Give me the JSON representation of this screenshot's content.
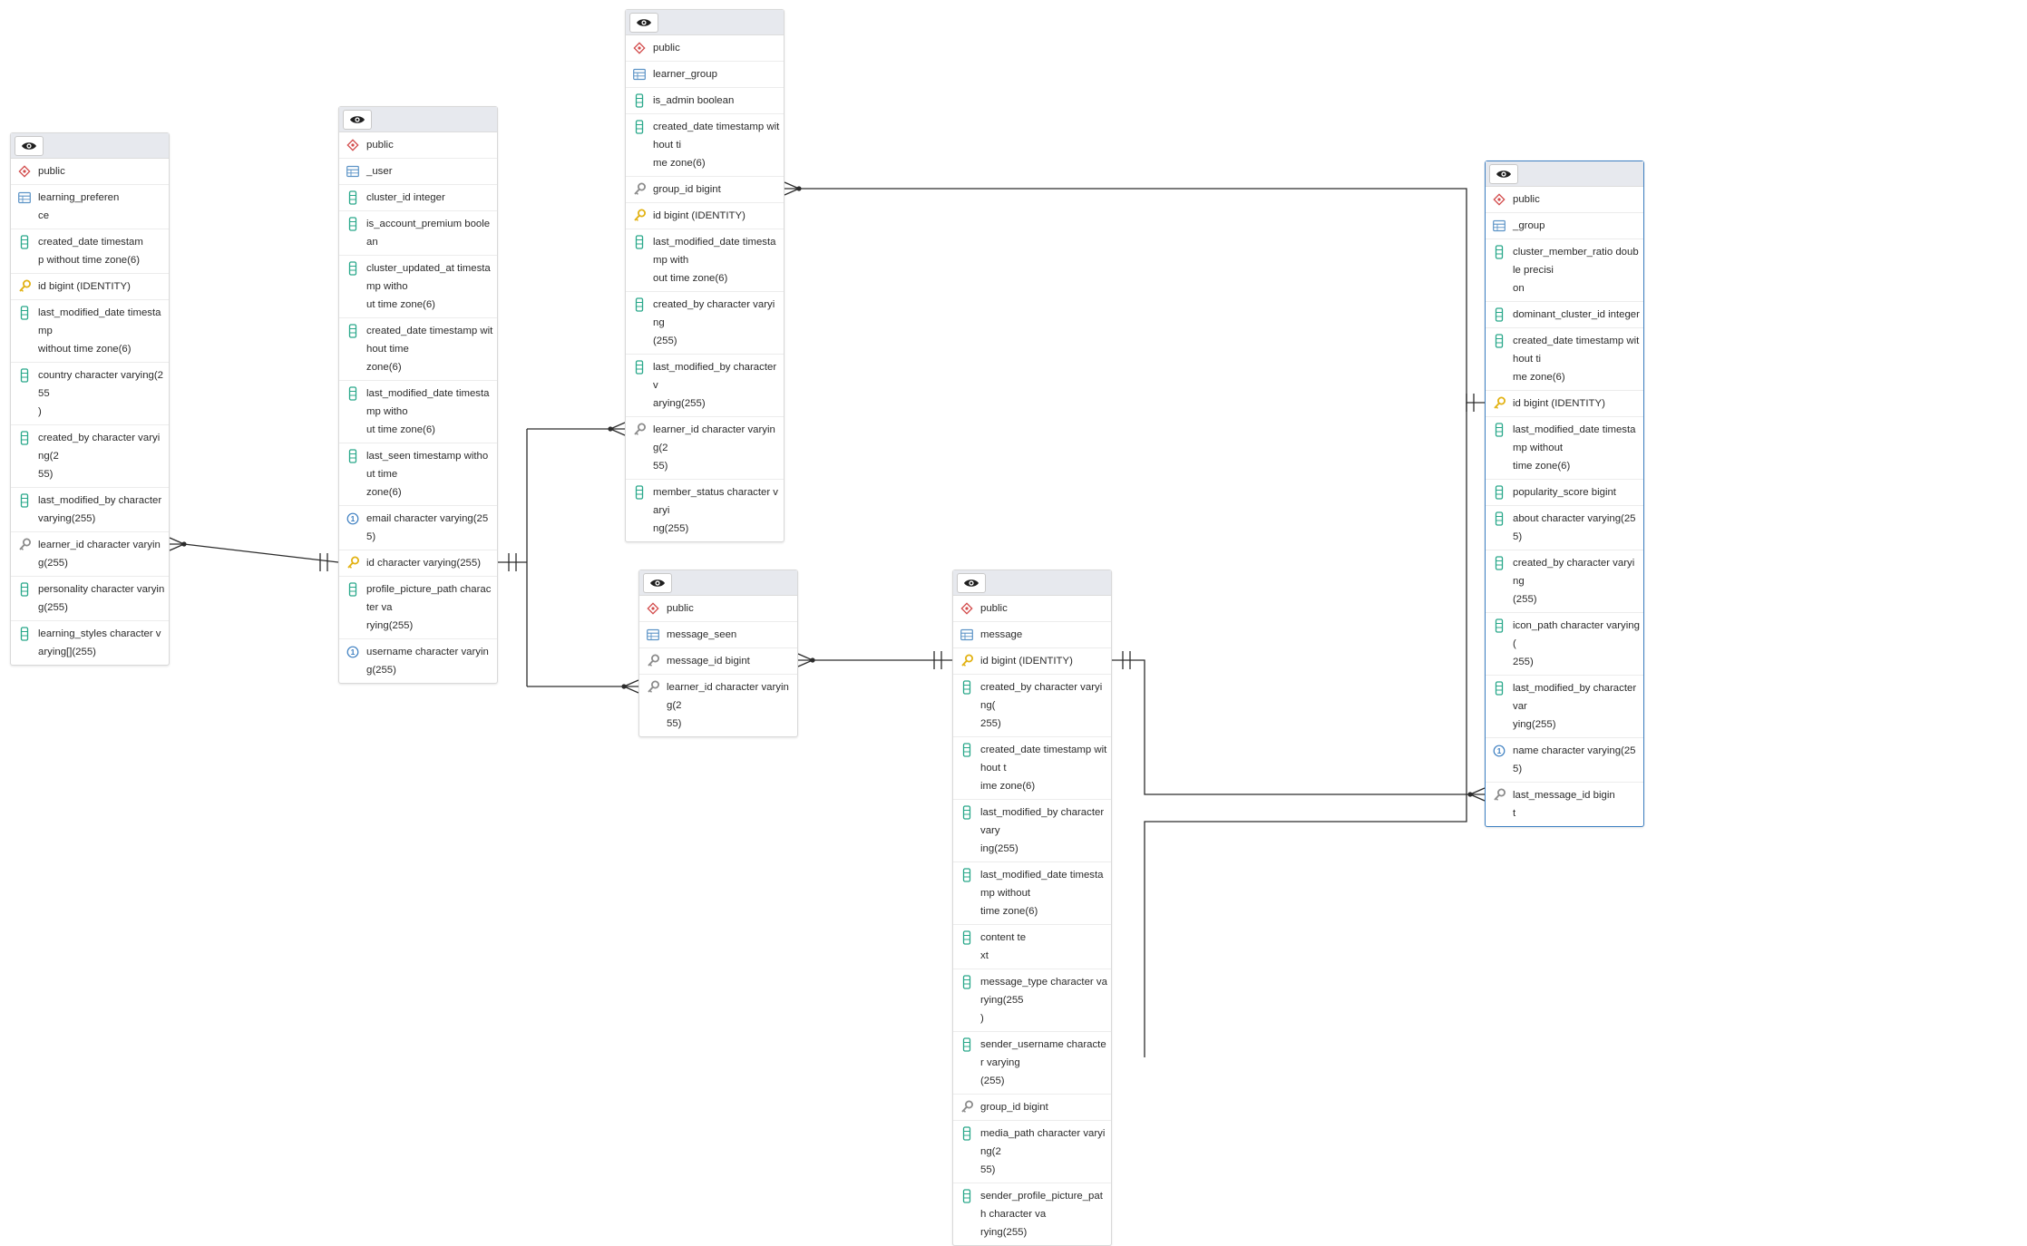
{
  "colors": {
    "column": "#29a88a",
    "pk": "#e2b214",
    "fk": "#8c8c8c",
    "unique": "#3d7fc1",
    "schema": "#d24b4b",
    "table": "#5b93c6",
    "line": "#2c2c2c",
    "selected_border": "#3d7fc1"
  },
  "entities": [
    {
      "id": "learning_preference",
      "header_icon": "eye-icon",
      "rows": [
        {
          "icon": "schema",
          "label": "public"
        },
        {
          "icon": "table",
          "label": "learning_preference"
        },
        {
          "icon": "column",
          "label": "created_date timestamp without time zone(6)"
        },
        {
          "icon": "pk",
          "label": "id bigint (IDENTITY)"
        },
        {
          "icon": "column",
          "label": "last_modified_date timestamp without time zone(6)"
        },
        {
          "icon": "column",
          "label": "country character varying(255)"
        },
        {
          "icon": "column",
          "label": "created_by character varying(255)"
        },
        {
          "icon": "column",
          "label": "last_modified_by character varying(255)"
        },
        {
          "icon": "fk",
          "label": "learner_id character varying(255)"
        },
        {
          "icon": "column",
          "label": "personality character varying(255)"
        },
        {
          "icon": "column",
          "label": "learning_styles character varying[](255)"
        }
      ]
    },
    {
      "id": "_user",
      "header_icon": "eye-icon",
      "rows": [
        {
          "icon": "schema",
          "label": "public"
        },
        {
          "icon": "table",
          "label": "_user"
        },
        {
          "icon": "column",
          "label": "cluster_id integer"
        },
        {
          "icon": "column",
          "label": "is_account_premium boolean"
        },
        {
          "icon": "column",
          "label": "cluster_updated_at timestamp without time zone(6)"
        },
        {
          "icon": "column",
          "label": "created_date timestamp without time zone(6)"
        },
        {
          "icon": "column",
          "label": "last_modified_date timestamp without time zone(6)"
        },
        {
          "icon": "column",
          "label": "last_seen timestamp without time zone(6)"
        },
        {
          "icon": "unique",
          "label": "email character varying(255)"
        },
        {
          "icon": "pk",
          "label": "id character varying(255)"
        },
        {
          "icon": "column",
          "label": "profile_picture_path character varying(255)"
        },
        {
          "icon": "unique",
          "label": "username character varying(255)"
        }
      ]
    },
    {
      "id": "learner_group",
      "header_icon": "eye-icon",
      "rows": [
        {
          "icon": "schema",
          "label": "public"
        },
        {
          "icon": "table",
          "label": "learner_group"
        },
        {
          "icon": "column",
          "label": "is_admin boolean"
        },
        {
          "icon": "column",
          "label": "created_date timestamp without time zone(6)"
        },
        {
          "icon": "fk",
          "label": "group_id bigint"
        },
        {
          "icon": "pk",
          "label": "id bigint (IDENTITY)"
        },
        {
          "icon": "column",
          "label": "last_modified_date timestamp without time zone(6)"
        },
        {
          "icon": "column",
          "label": "created_by character varying(255)"
        },
        {
          "icon": "column",
          "label": "last_modified_by character varying(255)"
        },
        {
          "icon": "fk",
          "label": "learner_id character varying(255)"
        },
        {
          "icon": "column",
          "label": "member_status character varying(255)"
        }
      ]
    },
    {
      "id": "_group",
      "header_icon": "eye-icon",
      "selected": true,
      "rows": [
        {
          "icon": "schema",
          "label": "public"
        },
        {
          "icon": "table",
          "label": "_group"
        },
        {
          "icon": "column",
          "label": "cluster_member_ratio double precision"
        },
        {
          "icon": "column",
          "label": "dominant_cluster_id integer"
        },
        {
          "icon": "column",
          "label": "created_date timestamp without time zone(6)"
        },
        {
          "icon": "pk",
          "label": "id bigint (IDENTITY)"
        },
        {
          "icon": "column",
          "label": "last_modified_date timestamp without time zone(6)"
        },
        {
          "icon": "column",
          "label": "popularity_score bigint"
        },
        {
          "icon": "column",
          "label": "about character varying(255)"
        },
        {
          "icon": "column",
          "label": "created_by character varying(255)"
        },
        {
          "icon": "column",
          "label": "icon_path character varying(255)"
        },
        {
          "icon": "column",
          "label": "last_modified_by character varying(255)"
        },
        {
          "icon": "unique",
          "label": "name character varying(255)"
        },
        {
          "icon": "fk",
          "label": "last_message_id bigint"
        }
      ]
    },
    {
      "id": "message_seen",
      "header_icon": "eye-icon",
      "rows": [
        {
          "icon": "schema",
          "label": "public"
        },
        {
          "icon": "table",
          "label": "message_seen"
        },
        {
          "icon": "fk",
          "label": "message_id bigint"
        },
        {
          "icon": "fk",
          "label": "learner_id character varying(255)"
        }
      ]
    },
    {
      "id": "message",
      "header_icon": "eye-icon",
      "rows": [
        {
          "icon": "schema",
          "label": "public"
        },
        {
          "icon": "table",
          "label": "message"
        },
        {
          "icon": "pk",
          "label": "id bigint (IDENTITY)"
        },
        {
          "icon": "column",
          "label": "created_by character varying(255)"
        },
        {
          "icon": "column",
          "label": "created_date timestamp without time zone(6)"
        },
        {
          "icon": "column",
          "label": "last_modified_by character varying(255)"
        },
        {
          "icon": "column",
          "label": "last_modified_date timestamp without time zone(6)"
        },
        {
          "icon": "column",
          "label": "content text"
        },
        {
          "icon": "column",
          "label": "message_type character varying(255)"
        },
        {
          "icon": "column",
          "label": "sender_username character varying(255)"
        },
        {
          "icon": "fk",
          "label": "group_id bigint"
        },
        {
          "icon": "column",
          "label": "media_path character varying(255)"
        },
        {
          "icon": "column",
          "label": "sender_profile_picture_path character varying(255)"
        }
      ]
    }
  ],
  "relationships": [
    {
      "from": "learning_preference",
      "from_row": 8,
      "to": "_user",
      "to_row": 9
    },
    {
      "from": "learner_group",
      "from_row": 9,
      "to": "_user",
      "to_row": 9
    },
    {
      "from": "message_seen",
      "from_row": 3,
      "to": "_user",
      "to_row": 9
    },
    {
      "from": "learner_group",
      "from_row": 4,
      "to": "_group",
      "to_row": 5
    },
    {
      "from": "message_seen",
      "from_row": 2,
      "to": "message",
      "to_row": 2
    },
    {
      "from": "_group",
      "from_row": 13,
      "to": "message",
      "to_row": 2
    },
    {
      "from": "message",
      "from_row": 10,
      "to": "_group",
      "to_row": 5
    }
  ]
}
